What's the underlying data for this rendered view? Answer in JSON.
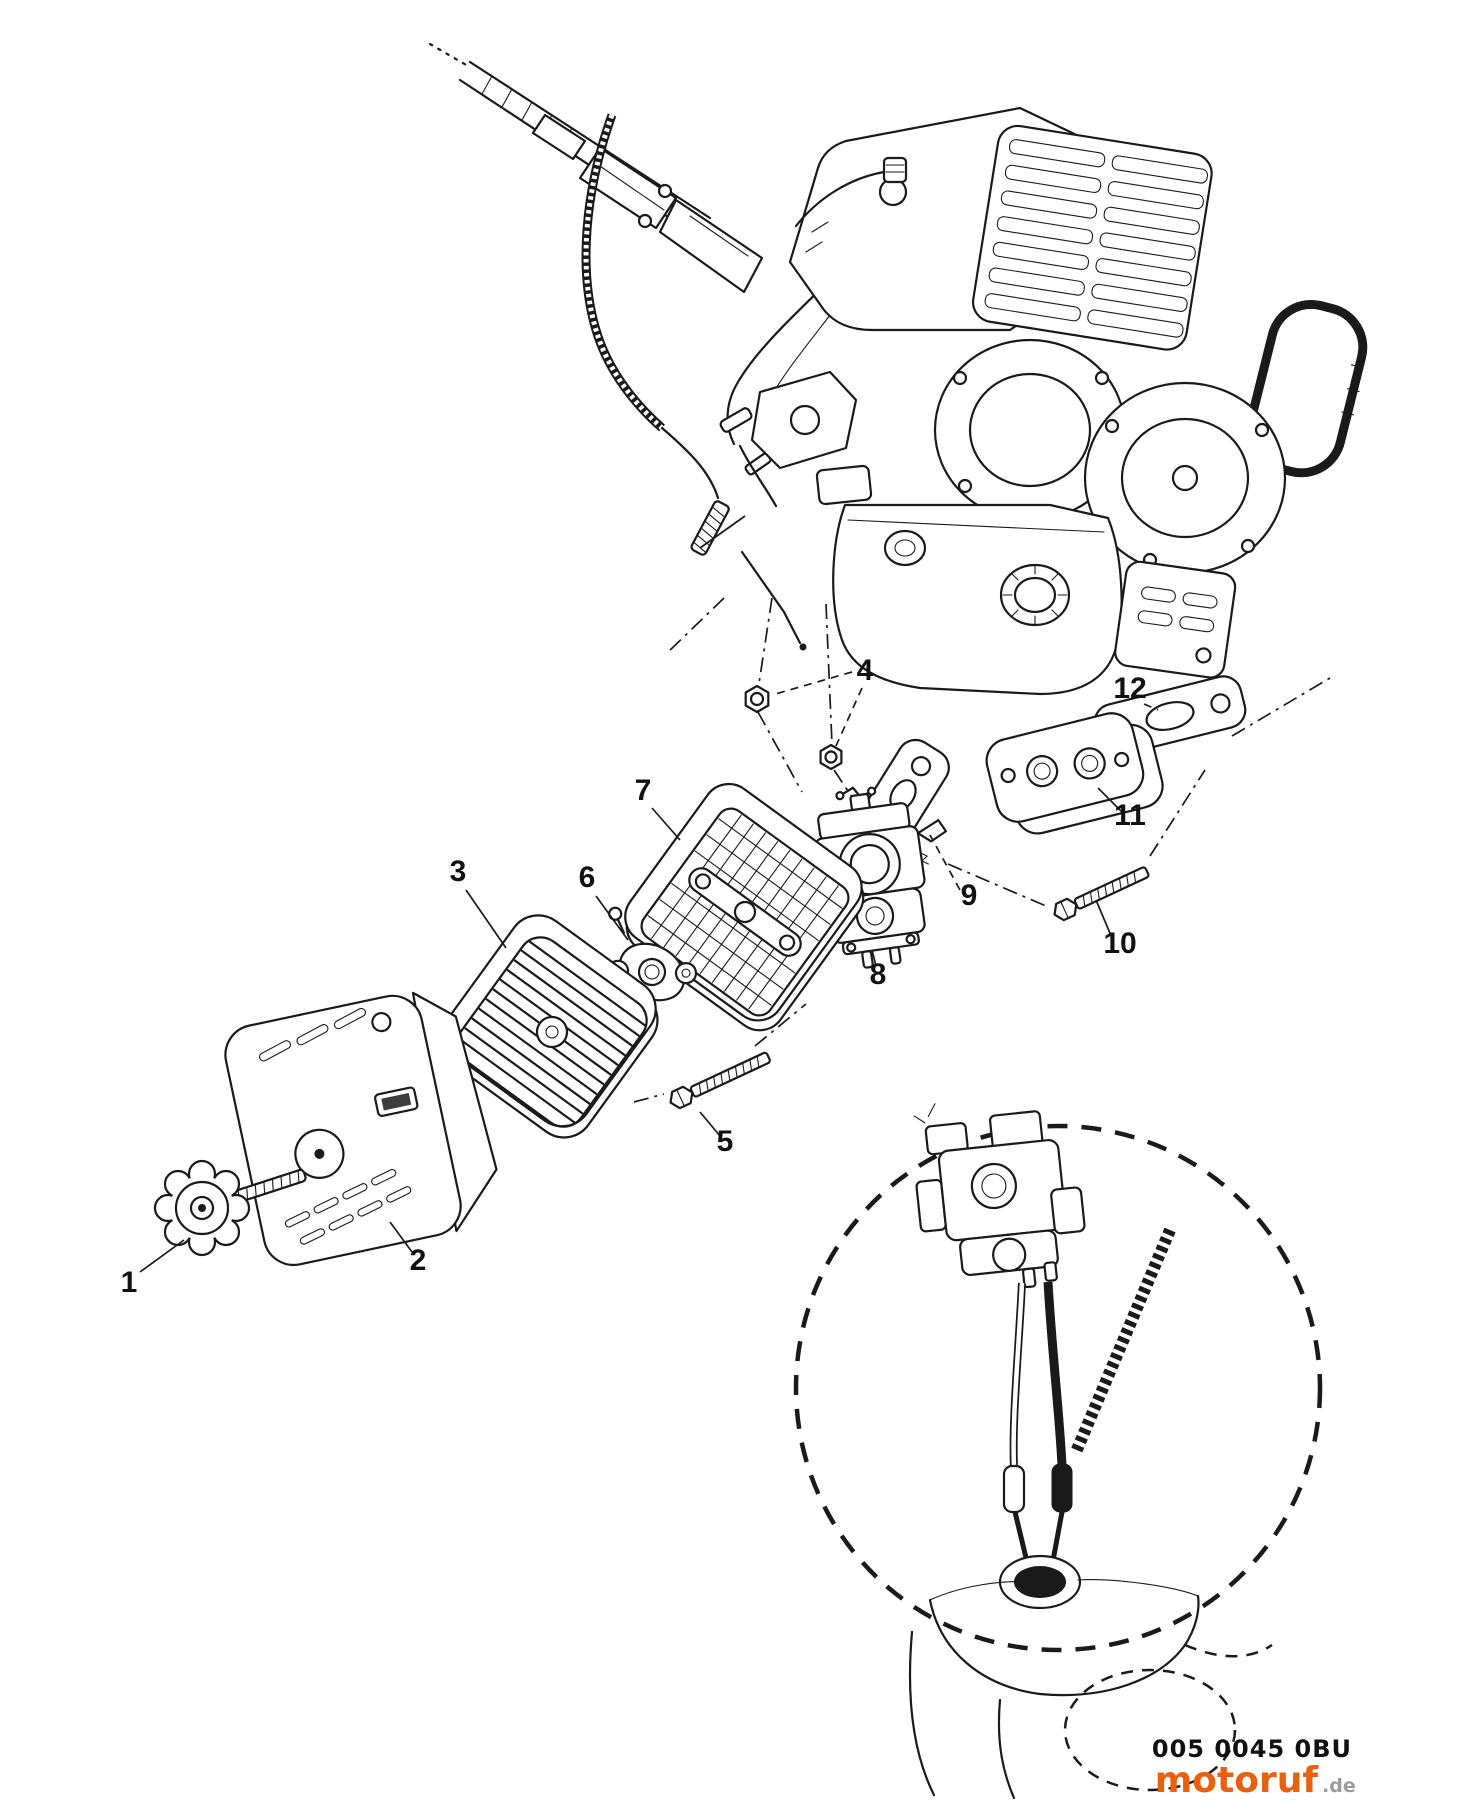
{
  "diagram": {
    "part_code": "005 0045 0BU",
    "watermark": {
      "name": "motoruf",
      "tld": ".de"
    },
    "colors": {
      "line": "#1a1a1a",
      "watermark": "#e8610f",
      "watermark_tld": "#9b9b9b"
    },
    "callouts": [
      {
        "n": "1"
      },
      {
        "n": "2"
      },
      {
        "n": "3"
      },
      {
        "n": "4"
      },
      {
        "n": "5"
      },
      {
        "n": "6"
      },
      {
        "n": "7"
      },
      {
        "n": "8"
      },
      {
        "n": "9"
      },
      {
        "n": "10"
      },
      {
        "n": "11"
      },
      {
        "n": "12"
      }
    ]
  }
}
